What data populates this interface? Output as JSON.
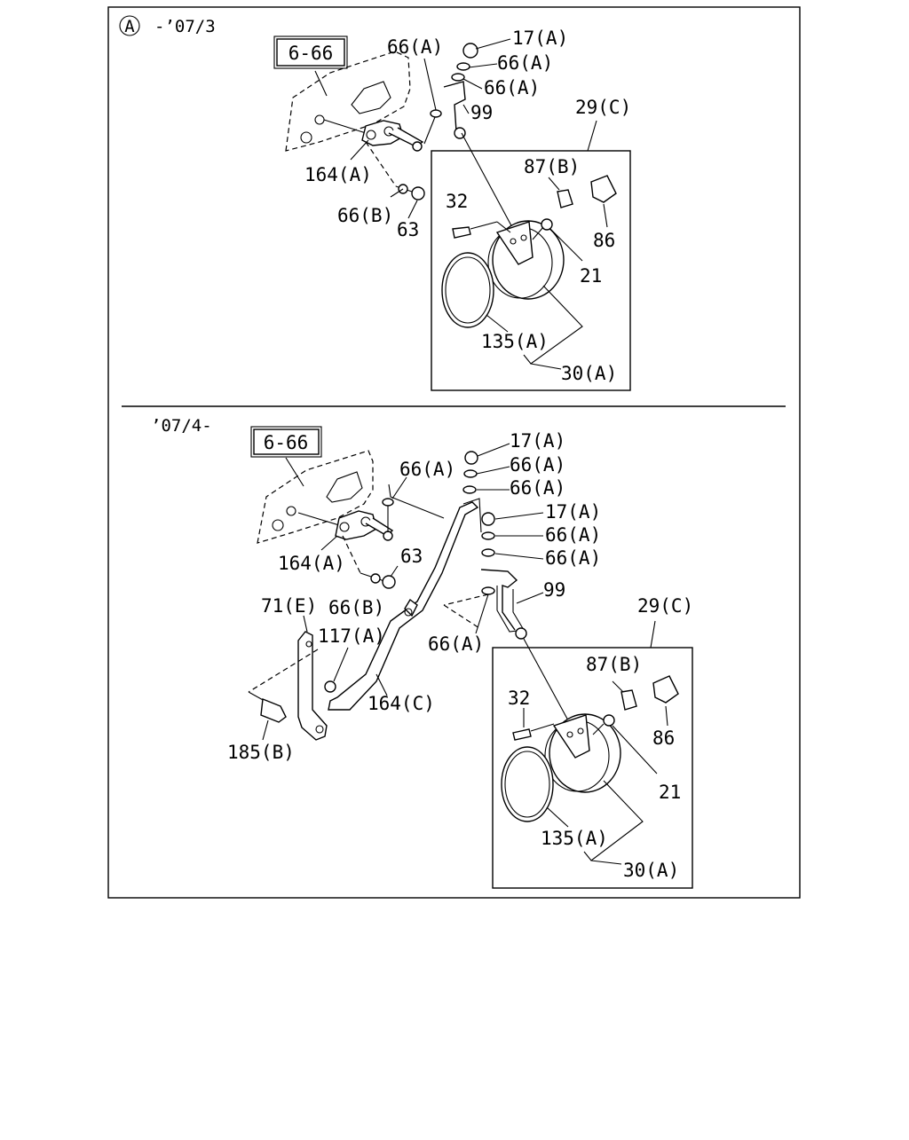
{
  "upper_section": {
    "circle_marker": "A",
    "period": "-’07/3",
    "ref_box": "6-66",
    "callouts": [
      "66(A)",
      "17(A)",
      "66(A)",
      "66(A)",
      "99",
      "29(C)",
      "164(A)",
      "87(B)",
      "32",
      "86",
      "66(B)",
      "63",
      "21",
      "135(A)",
      "30(A)"
    ]
  },
  "lower_section": {
    "period": "’07/4-",
    "ref_box": "6-66",
    "callouts": [
      "17(A)",
      "66(A)",
      "66(A)",
      "66(A)",
      "17(A)",
      "66(A)",
      "66(A)",
      "63",
      "164(A)",
      "99",
      "71(E)",
      "66(B)",
      "29(C)",
      "117(A)",
      "66(A)",
      "87(B)",
      "32",
      "164(C)",
      "86",
      "185(B)",
      "21",
      "135(A)",
      "30(A)"
    ]
  }
}
